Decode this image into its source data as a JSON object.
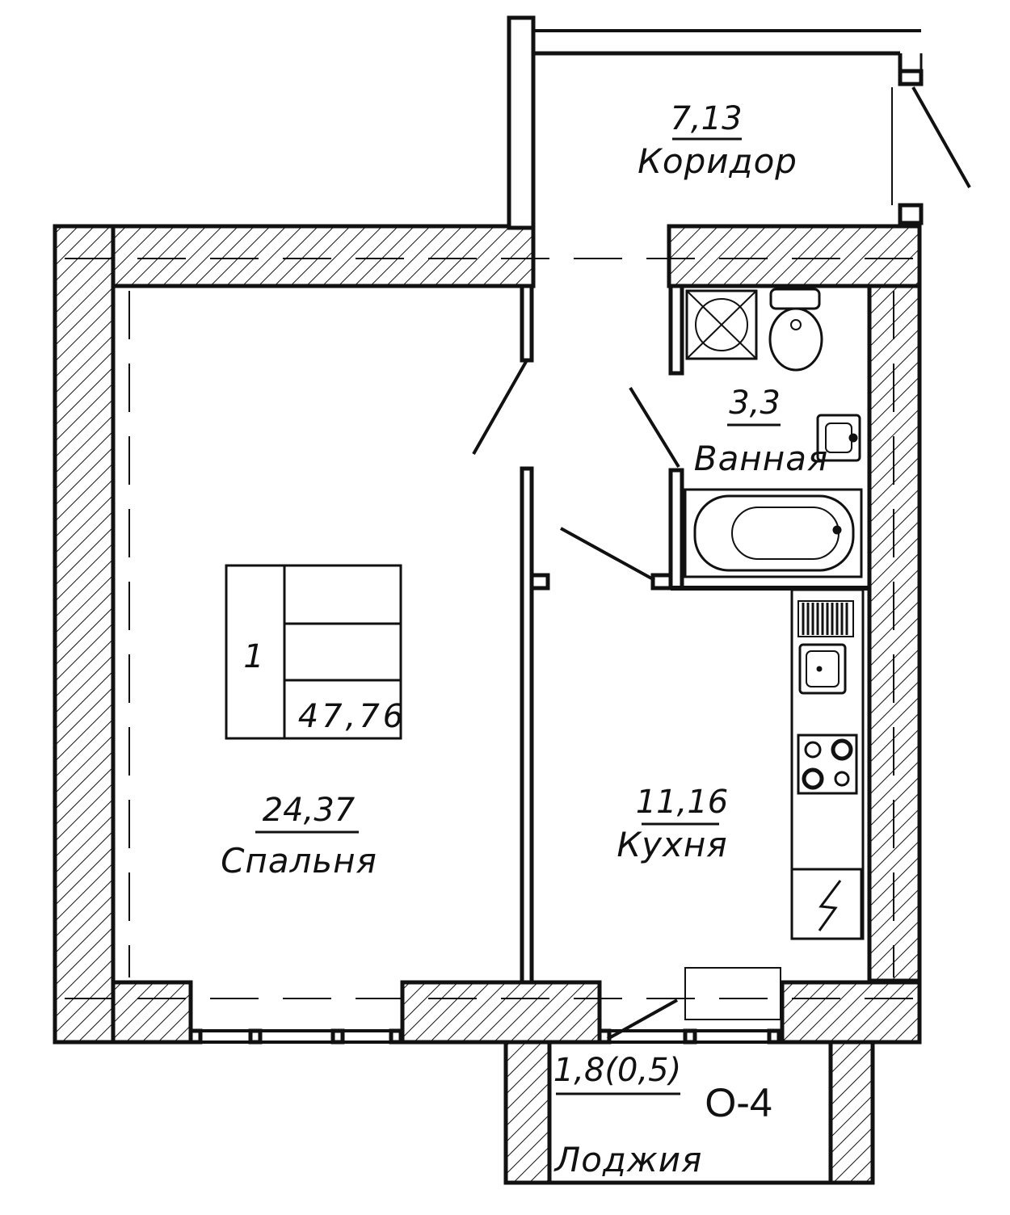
{
  "rooms": {
    "corridor": {
      "area": "7,13",
      "name": "Коридор"
    },
    "bathroom": {
      "area": "3,3",
      "name": "Ванная"
    },
    "bedroom": {
      "area": "24,37",
      "name": "Спальня"
    },
    "kitchen": {
      "area": "11,16",
      "name": "Кухня"
    },
    "loggia": {
      "area": "1,8(0,5)",
      "name": "Лоджия"
    }
  },
  "summary": {
    "rooms_count": "1",
    "total_area": "47,76"
  },
  "apartment_code": "О-4"
}
